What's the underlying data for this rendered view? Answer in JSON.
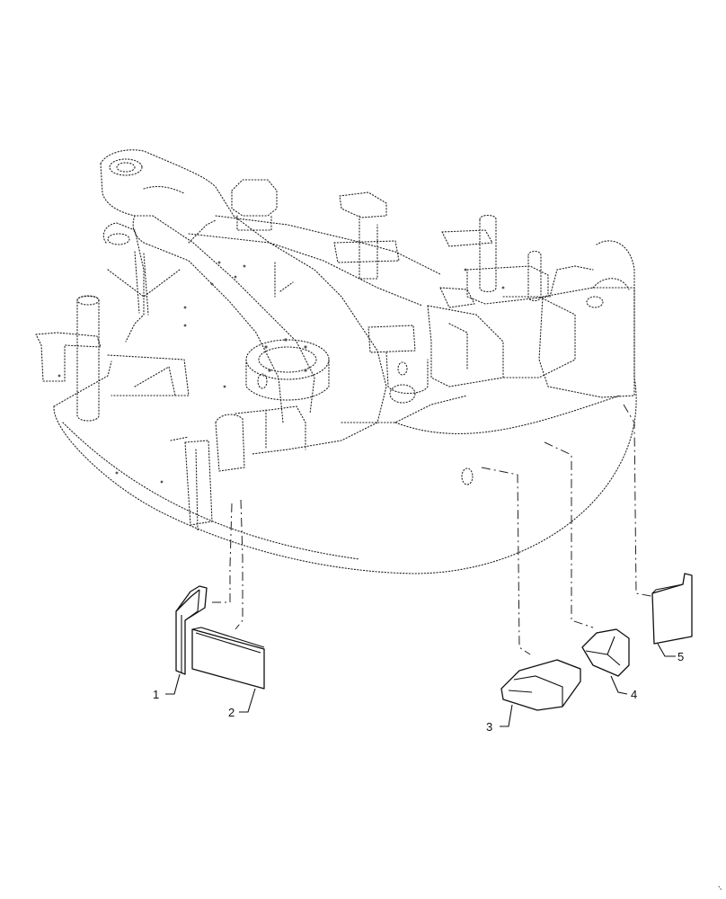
{
  "callouts": [
    {
      "id": 1,
      "label": "1"
    },
    {
      "id": 2,
      "label": "2"
    },
    {
      "id": 3,
      "label": "3"
    },
    {
      "id": 4,
      "label": "4"
    },
    {
      "id": 5,
      "label": "5"
    }
  ]
}
